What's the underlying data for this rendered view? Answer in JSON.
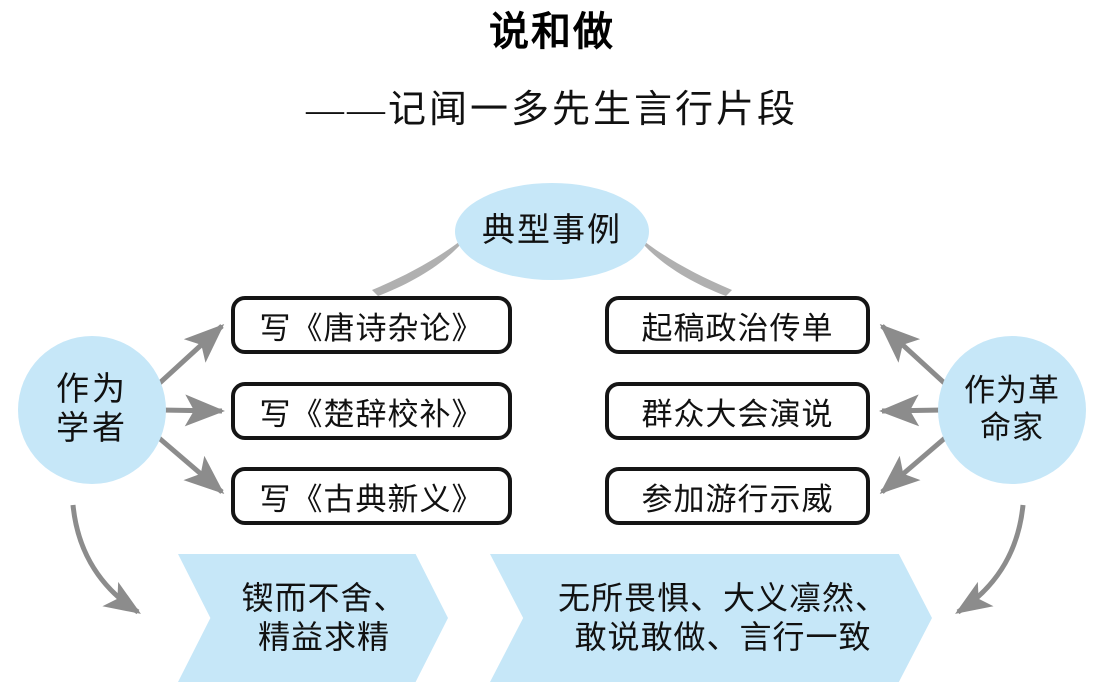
{
  "header": {
    "title": "说和做",
    "subtitle": "——记闻一多先生言行片段"
  },
  "colors": {
    "shape_fill": "#c6e7f8",
    "box_border": "#151515",
    "connector": "#8c8c8c",
    "arc": "#b0b0b0",
    "text": "#111111",
    "background": "#ffffff"
  },
  "center_node": {
    "label": "典型事例",
    "shape": "ellipse"
  },
  "branches": [
    {
      "id": "scholar",
      "role_label_line1": "作为",
      "role_label_line2": "学者",
      "shape": "circle",
      "items": [
        "写《唐诗杂论》",
        "写《楚辞校补》",
        "写《古典新义》"
      ],
      "summary_line1": "锲而不舍、",
      "summary_line2": "精益求精"
    },
    {
      "id": "revolutionary",
      "role_label_line1": "作为革",
      "role_label_line2": "命家",
      "shape": "circle",
      "items": [
        "起稿政治传单",
        "群众大会演说",
        "参加游行示威"
      ],
      "summary_line1": "无所畏惧、大义凛然、",
      "summary_line2": "敢说敢做、言行一致"
    }
  ]
}
